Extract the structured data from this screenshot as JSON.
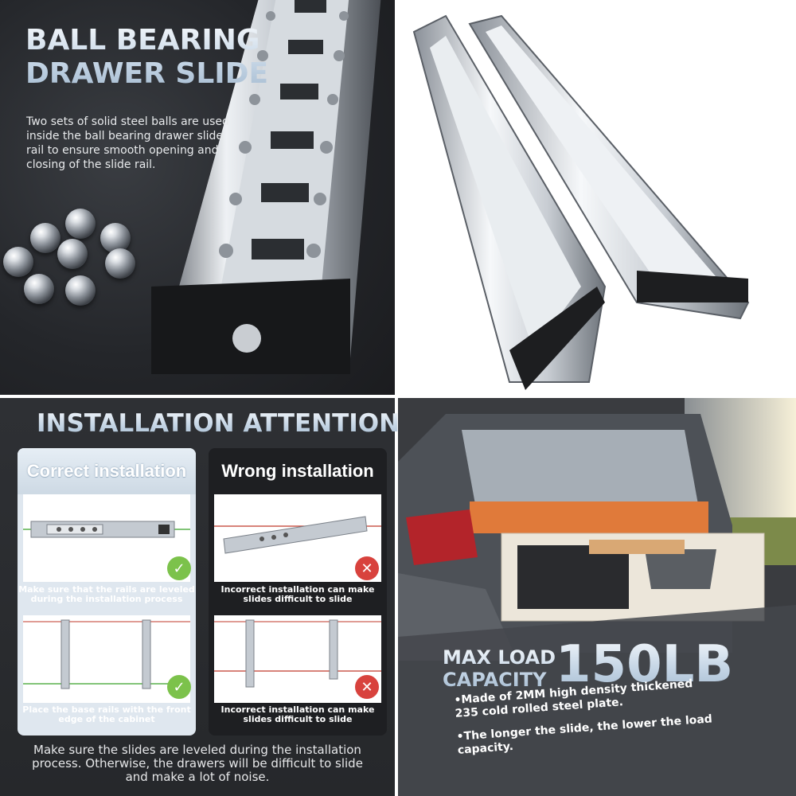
{
  "panel_top_left": {
    "title_line1": "BALL BEARING",
    "title_line2": "DRAWER SLIDE",
    "description": "Two sets of solid steel balls are used inside the ball bearing drawer slide rail to ensure smooth opening and closing of the slide rail."
  },
  "panel_bottom_left": {
    "title": "INSTALLATION ATTENTION",
    "correct": {
      "label": "Correct installation",
      "caption1": "Make sure that the rails are leveled during the installation process",
      "caption2": "Place the base rails with the front edge of the cabinet"
    },
    "wrong": {
      "label": "Wrong installation",
      "caption1": "Incorrect installation can make slides difficult to slide",
      "caption2": "Incorrect installation can make slides difficult to slide"
    },
    "bottom_note": "Make sure the slides are leveled during the installation process. Otherwise, the drawers will be difficult to slide and make a lot of noise."
  },
  "panel_bottom_right": {
    "max_load_line1": "MAX LOAD",
    "max_load_line2": "CAPACITY",
    "capacity": "150LB",
    "bullet1": "•Made of 2MM high density thickened 235 cold rolled steel plate.",
    "bullet2": "•The longer the slide, the lower the load capacity."
  },
  "colors": {
    "accent_ok": "#7cc24b",
    "accent_no": "#d8423d",
    "headline": "#c6d6e6"
  }
}
